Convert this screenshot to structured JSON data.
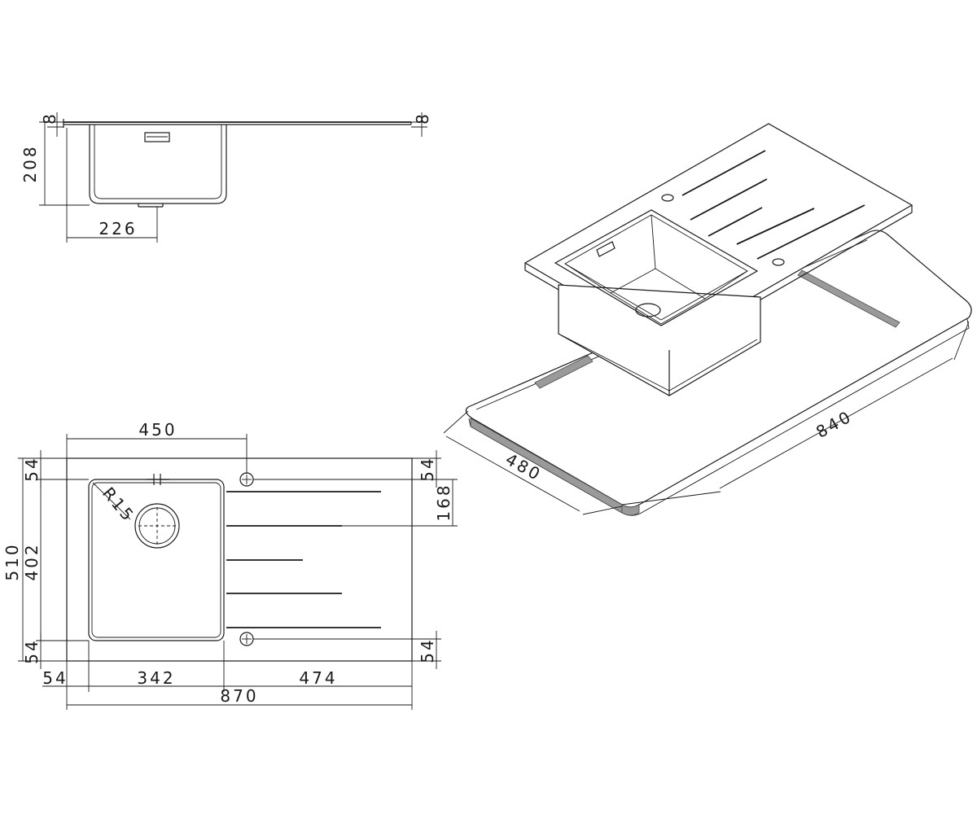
{
  "side_view": {
    "lip_left": "8",
    "lip_right": "8",
    "depth": "208",
    "drain_offset": "226"
  },
  "top_view": {
    "bowl_to_tap_hole": "450",
    "margin_top_left": "54",
    "margin_top_right": "54",
    "hole_to_groove": "168",
    "overall_depth": "510",
    "bowl_depth": "402",
    "corner_radius": "R15",
    "margin_bottom_left": "54",
    "margin_bottom_right": "54",
    "margin_left": "54",
    "bowl_width": "342",
    "drainer_width": "474",
    "overall_width": "870"
  },
  "iso_view": {
    "cabinet_width": "840",
    "cabinet_depth": "480"
  },
  "colors": {
    "line": "#1a1a1a",
    "hatch": "#9a9a9a"
  }
}
